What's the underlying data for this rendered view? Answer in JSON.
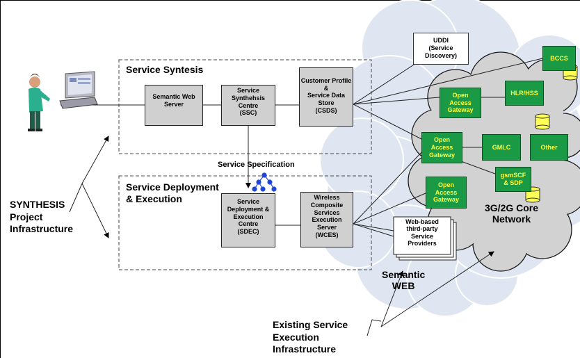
{
  "nodes": {
    "uddi": "UDDI\n(Service\nDiscovery)",
    "bccs": "BCCS",
    "service_syntesis": "Service Syntesis",
    "semantic_web_server": "Semantic Web\nServer",
    "ssc": "Service\nSynthehsis\nCentre\n(SSC)",
    "csds": "Customer Profile &\nService Data Store\n(CSDS)",
    "oag1": "Open\nAccess\nGateway",
    "hlr_hss": "HLR/HSS",
    "oag2": "Open\nAccess\nGateway",
    "gmlc": "GMLC",
    "other": "Other",
    "gsmscf": "gsmSCF\n& SDP",
    "oag3": "Open\nAccess\nGateway",
    "service_specification": "Service Specification",
    "service_deployment_execution": "Service Deployment\n& Execution",
    "sdec": "Service\nDeployment &\nExecution\nCentre\n(SDEC)",
    "wces": "Wireless\nComposite\nServices\nExecution\nServer\n(WCES)",
    "web_based_providers": "Web-based\nthird-party\nService\nProviders",
    "core_network": "3G/2G Core\nNetwork",
    "semantic_web": "Semantic\nWEB",
    "synthesis_project_infrastructure": "SYNTHESIS\nProject\nInfrastructure",
    "existing_service_execution_infrastructure": "Existing Service\nExecution\nInfrastructure"
  },
  "colors": {
    "gateway_fill": "#1b9a45",
    "gateway_text": "#ffff3a",
    "box_fill": "#d0d0d0",
    "cloud_fill": "#dfe6f1",
    "core_cloud_fill": "#d2d2d2",
    "database": "#ffff55"
  }
}
